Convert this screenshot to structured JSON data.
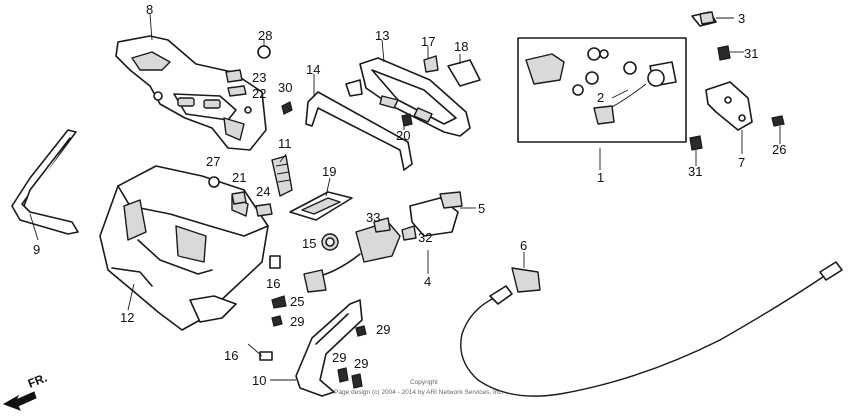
{
  "callouts": [
    {
      "id": "c1",
      "label": "1"
    },
    {
      "id": "c2",
      "label": "2"
    },
    {
      "id": "c3",
      "label": "3"
    },
    {
      "id": "c4",
      "label": "4"
    },
    {
      "id": "c5",
      "label": "5"
    },
    {
      "id": "c6",
      "label": "6"
    },
    {
      "id": "c7",
      "label": "7"
    },
    {
      "id": "c8",
      "label": "8"
    },
    {
      "id": "c9",
      "label": "9"
    },
    {
      "id": "c10",
      "label": "10"
    },
    {
      "id": "c11",
      "label": "11"
    },
    {
      "id": "c12",
      "label": "12"
    },
    {
      "id": "c13",
      "label": "13"
    },
    {
      "id": "c14",
      "label": "14"
    },
    {
      "id": "c15",
      "label": "15"
    },
    {
      "id": "c16a",
      "label": "16"
    },
    {
      "id": "c16b",
      "label": "16"
    },
    {
      "id": "c17",
      "label": "17"
    },
    {
      "id": "c18",
      "label": "18"
    },
    {
      "id": "c19",
      "label": "19"
    },
    {
      "id": "c20",
      "label": "20"
    },
    {
      "id": "c21",
      "label": "21"
    },
    {
      "id": "c22",
      "label": "22"
    },
    {
      "id": "c23",
      "label": "23"
    },
    {
      "id": "c24",
      "label": "24"
    },
    {
      "id": "c25",
      "label": "25"
    },
    {
      "id": "c26",
      "label": "26"
    },
    {
      "id": "c27",
      "label": "27"
    },
    {
      "id": "c28",
      "label": "28"
    },
    {
      "id": "c29a",
      "label": "29"
    },
    {
      "id": "c29b",
      "label": "29"
    },
    {
      "id": "c29c",
      "label": "29"
    },
    {
      "id": "c29d",
      "label": "29"
    },
    {
      "id": "c30",
      "label": "30"
    },
    {
      "id": "c31a",
      "label": "31"
    },
    {
      "id": "c31b",
      "label": "31"
    },
    {
      "id": "c32",
      "label": "32"
    },
    {
      "id": "c33",
      "label": "33"
    }
  ],
  "direction_label": "FR.",
  "copyright_line1": "Copyright",
  "copyright_line2": "Page design (c) 2004 - 2014 by ARI Network Services, Inc."
}
